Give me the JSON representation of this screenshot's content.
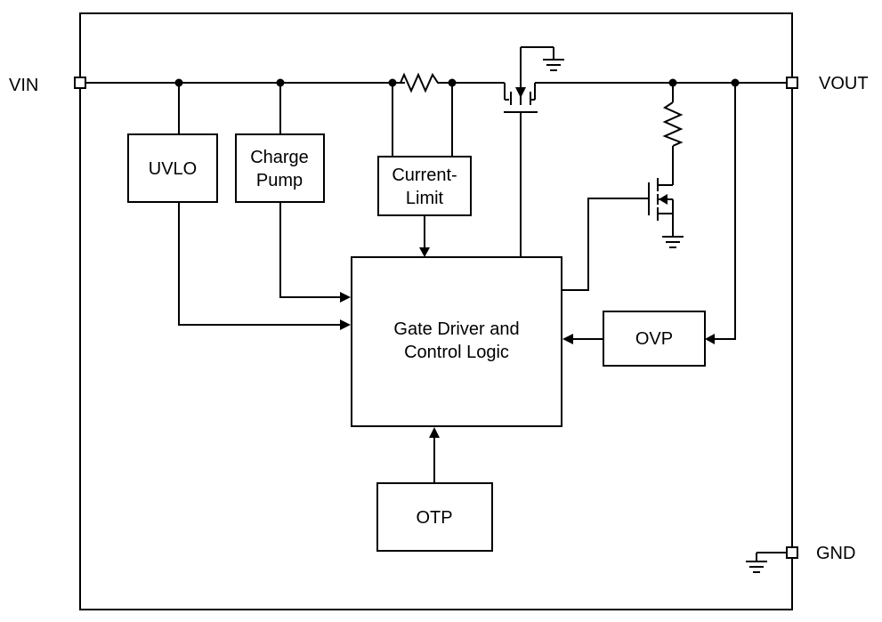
{
  "pins": {
    "vin": "VIN",
    "vout": "VOUT",
    "gnd": "GND"
  },
  "blocks": {
    "uvlo": "UVLO",
    "charge_pump": [
      "Charge",
      "Pump"
    ],
    "current_limit": [
      "Current-",
      "Limit"
    ],
    "gate_driver": [
      "Gate Driver and",
      "Control Logic"
    ],
    "ovp": "OVP",
    "otp": "OTP"
  }
}
